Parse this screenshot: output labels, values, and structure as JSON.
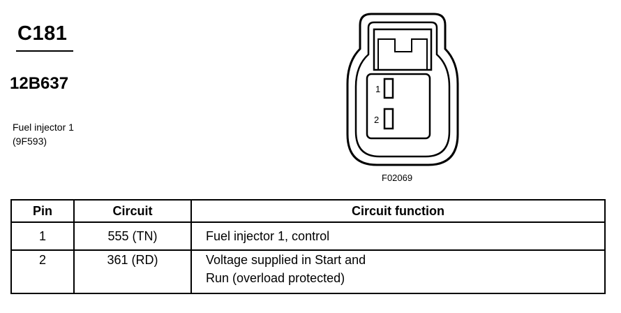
{
  "connector": {
    "id": "C181",
    "part_number": "12B637",
    "component_name": "Fuel injector 1",
    "component_code": "(9F593)",
    "figure_id": "F02069",
    "pin_labels": [
      "1",
      "2"
    ]
  },
  "table": {
    "headers": {
      "pin": "Pin",
      "circuit": "Circuit",
      "function": "Circuit function"
    },
    "rows": [
      {
        "pin": "1",
        "circuit": "555 (TN)",
        "function_lines": [
          "Fuel injector 1, control"
        ]
      },
      {
        "pin": "2",
        "circuit": "361 (RD)",
        "function_lines": [
          "Voltage supplied in Start and",
          "Run (overload protected)"
        ]
      }
    ]
  }
}
